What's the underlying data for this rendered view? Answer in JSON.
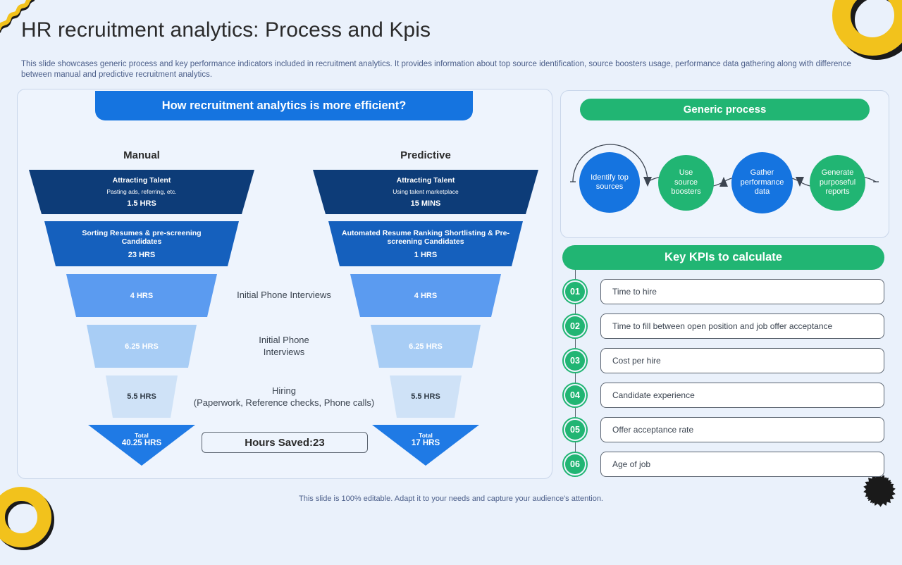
{
  "page": {
    "title": "HR recruitment analytics: Process and Kpis",
    "subtitle": "This slide showcases generic process and key performance indicators included in recruitment analytics. It provides information about top source identification, source boosters usage, performance data gathering along with difference between manual and predictive recruitment analytics.",
    "footer": "This slide is 100% editable. Adapt it to your needs and capture your audience's attention."
  },
  "colors": {
    "background": "#eaf1fb",
    "panel": "#eef4fd",
    "blue_accent": "#1574e0",
    "green_accent": "#21b573",
    "funnel_1": "#0d3c78",
    "funnel_2": "#1560bd",
    "funnel_3": "#5b9bf0",
    "funnel_4": "#a8cdf5",
    "funnel_5": "#cfe2f7",
    "funnel_total": "#1f7ae5",
    "yellow_deco": "#f2c21c",
    "text_dark": "#2b2b2b",
    "text_muted": "#4c5f8a"
  },
  "funnel_panel": {
    "banner": "How recruitment analytics is more efficient?",
    "column_titles": {
      "manual": "Manual",
      "predictive": "Predictive"
    },
    "center_labels": [
      "Initial Phone Interviews",
      "Initial Phone\nInterviews",
      "Hiring\n(Paperwork, Reference checks, Phone calls)"
    ],
    "center_label_0": "Initial Phone Interviews",
    "center_label_1_line1": "Initial Phone",
    "center_label_1_line2": "Interviews",
    "center_label_2_line1": "Hiring",
    "center_label_2_line2": "(Paperwork, Reference checks, Phone calls)",
    "hours_saved": "Hours Saved:23",
    "manual": {
      "stages": [
        {
          "title": "Attracting Talent",
          "sub": "Pasting ads, referring, etc.",
          "value": "1.5 HRS"
        },
        {
          "title": "Sorting Resumes & pre-screening Candidates",
          "sub": "",
          "value": "23 HRS"
        },
        {
          "title": "",
          "sub": "",
          "value": "4 HRS"
        },
        {
          "title": "",
          "sub": "",
          "value": "6.25 HRS"
        },
        {
          "title": "",
          "sub": "",
          "value": "5.5 HRS"
        }
      ],
      "total_label": "Total",
      "total_value": "40.25 HRS"
    },
    "predictive": {
      "stages": [
        {
          "title": "Attracting Talent",
          "sub": "Using talent marketplace",
          "value": "15 MINS"
        },
        {
          "title": "Automated Resume Ranking Shortlisting & Pre-screening Candidates",
          "sub": "",
          "value": "1 HRS"
        },
        {
          "title": "",
          "sub": "",
          "value": "4 HRS"
        },
        {
          "title": "",
          "sub": "",
          "value": "6.25 HRS"
        },
        {
          "title": "",
          "sub": "",
          "value": "5.5 HRS"
        }
      ],
      "total_label": "Total",
      "total_value": "17 HRS"
    }
  },
  "process_panel": {
    "banner": "Generic process",
    "steps": [
      {
        "label": "Identify top sources",
        "line1": "Identify top",
        "line2": "sources",
        "color": "#1574e0"
      },
      {
        "label": "Use source boosters",
        "line1": "Use",
        "line2": "source",
        "line3": "boosters",
        "color": "#21b573"
      },
      {
        "label": "Gather performance data",
        "line1": "Gather",
        "line2": "performance",
        "line3": "data",
        "color": "#1574e0"
      },
      {
        "label": "Generate purposeful reports",
        "line1": "Generate",
        "line2": "purposeful",
        "line3": "reports",
        "color": "#21b573"
      }
    ]
  },
  "kpi_panel": {
    "banner": "Key KPIs to calculate",
    "items": [
      {
        "number": "01",
        "label": "Time to hire"
      },
      {
        "number": "02",
        "label": "Time to fill between open position and job offer acceptance"
      },
      {
        "number": "03",
        "label": "Cost per hire"
      },
      {
        "number": "04",
        "label": "Candidate experience"
      },
      {
        "number": "05",
        "label": "Offer acceptance rate"
      },
      {
        "number": "06",
        "label": "Age of job"
      }
    ]
  }
}
